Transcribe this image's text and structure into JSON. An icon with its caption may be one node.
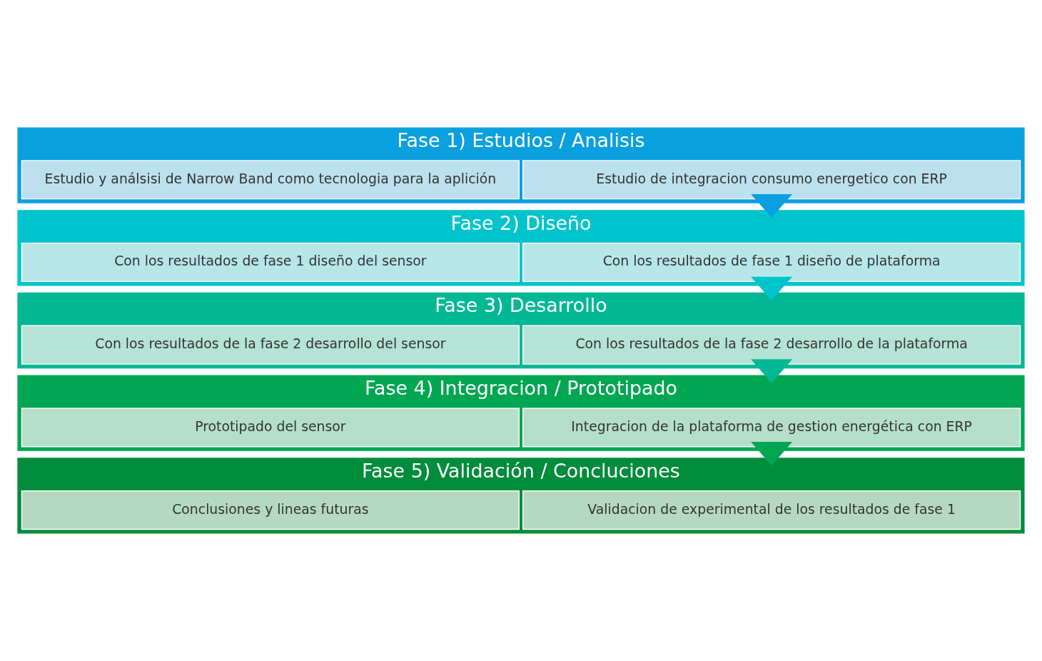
{
  "diagram": {
    "nodes": [
      {
        "text": [
          "Fase 1) Estudios / Analisis"
        ]
      },
      {
        "text": [
          "Estudio de integracion consumo energetico con ERP"
        ],
        "in": 0
      },
      {
        "text": [
          "Estudio y análsisi de Narrow Band como tecnologia para la aplición"
        ],
        "in": 0
      },
      {
        "text": [
          "Fase 2) Diseño"
        ]
      },
      {
        "text": [
          "Con los resultados de fase 1 diseño de plataforma"
        ],
        "in": 3
      },
      {
        "text": [
          "Con los resultados de fase 1 diseño del sensor"
        ],
        "in": 3
      },
      {
        "text": [
          "Fase 3) Desarrollo"
        ]
      },
      {
        "text": [
          "Con los resultados de la fase 2 desarrollo de la plataforma"
        ],
        "in": 6
      },
      {
        "text": [
          "Con los resultados de la fase 2 desarrollo del sensor"
        ],
        "in": 6
      },
      {
        "text": [
          "Fase 4) Integracion / Prototipado"
        ]
      },
      {
        "text": [
          "Integracion de la plataforma de gestion energética con ERP"
        ],
        "in": 9
      },
      {
        "text": [
          "Prototipado del sensor"
        ],
        "in": 9
      },
      {
        "text": [
          "Fase 5) Validación / Concluciones"
        ]
      },
      {
        "text": [
          "Validacion de experimental de los resultados de fase 1"
        ],
        "in": 12
      },
      {
        "text": [
          "Conclusiones y lineas futuras"
        ],
        "in": 12
      }
    ],
    "edges": [
      {
        "from": 0,
        "to": 3,
        "arrow": "to",
        "style": "thick",
        "color": "#0aa0e0"
      },
      {
        "from": 3,
        "to": 6,
        "arrow": "to",
        "style": "thick",
        "color": "#00c4cc"
      },
      {
        "from": 6,
        "to": 9,
        "arrow": "to",
        "style": "thick",
        "color": "#00b894"
      },
      {
        "from": 9,
        "to": 12,
        "arrow": "to",
        "style": "thick",
        "color": "#00a651"
      }
    ]
  }
}
